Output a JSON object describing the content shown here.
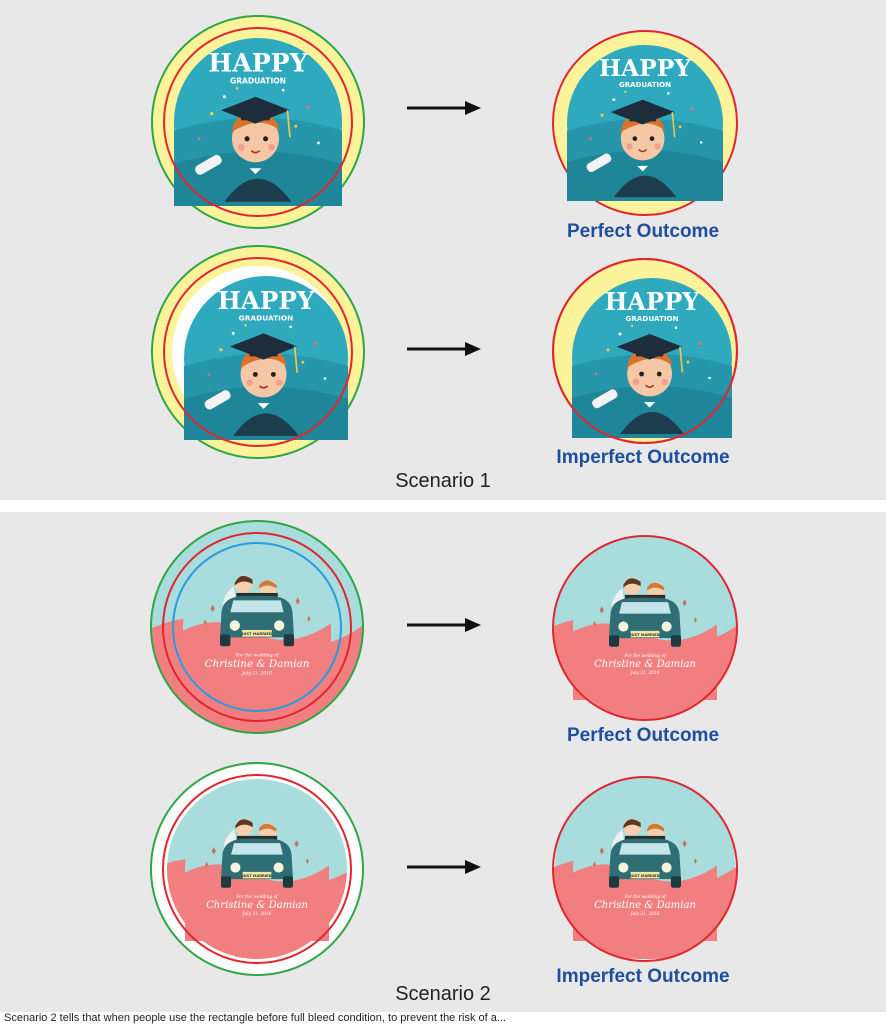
{
  "scenario1": {
    "caption": "Scenario 1",
    "rows": [
      {
        "outcome_label": "Perfect Outcome"
      },
      {
        "outcome_label": "Imperfect Outcome"
      }
    ],
    "art": {
      "title": "HAPPY",
      "subtitle": "GRADUATION"
    }
  },
  "scenario2": {
    "caption": "Scenario 2",
    "rows": [
      {
        "outcome_label": "Perfect Outcome"
      },
      {
        "outcome_label": "Imperfect Outcome"
      }
    ],
    "art": {
      "plate": "JUST MARRIED",
      "line1": "For the wedding of",
      "names": "Christine & Damian",
      "date": "July 21, 2018"
    }
  },
  "footnote": "Scenario 2 tells that when people use the rectangle before full bleed condition, to prevent the risk of a..."
}
